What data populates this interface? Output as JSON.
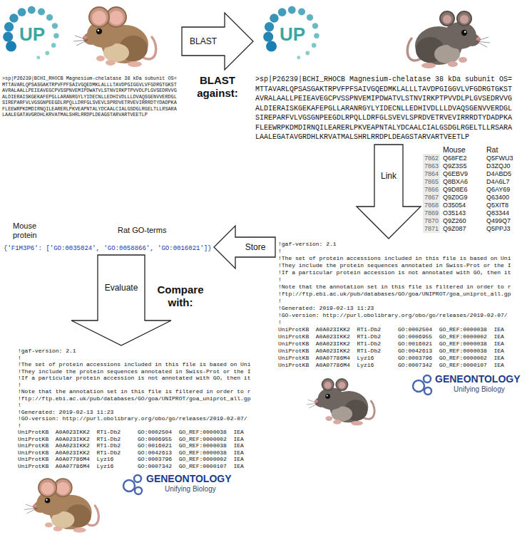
{
  "diagram": {
    "nodes": [
      {
        "text": [
          "UP",
          ">sp|P26239|BCHI_RHOCB Magnesium-chelatase 38 kDa subunit OS=",
          "MTTAVARLQPSASGAKTRPVFPFSAIVGQEDMKLALLLTAVDPGIGGVLVFGDRGTGKST",
          "AVRALAALLPEIEAVEGCPVSSPNVEMIPDWATVLSTNVIRKPTPVVDLPLGVSEDRVVG",
          "ALDIERAISKGEKAFEPGLLARANRGYLYIDECNLLEDHIVDLLLDVAQSGENVVERDGL",
          "SIREPARFVLVGSGNPEEGDLRPQLLDRFGLSVEVLSPRDVETRVEVIRRRDTYDADPKA",
          "FLEEWRPKDMDIRNQILEARERLPKVEAPNTALYDCAALCIALGSDGLRGELTLLRSARA",
          "LAALEGATAVGRDHLKRVATMALSHRLRRDPLDEAGSTARVARTVEETLP"
        ]
      },
      {
        "text": [
          "UP",
          ">sp|P26239|BCHI_RHOCB Magnesium-chelatase 38 kDa subunit OS=",
          "MTTAVARLQPSASGAKTRPVFPFSAIVGQEDMKLALLLTAVDPGIGGVLVFGDRGTGKST",
          "AVRALAALLPEIEAVEGCPVSSPNVEMIPDWATVLSTNVIRKPTPVVDLPLGVSEDRVVG",
          "ALDIERAISKGEKAFEPGLLARANRGYLYIDECNLLEDHIVDLLLDVAQSGENVVERDGL",
          "SIREPARFVLVGSGNPEEGDLRPQLLDRFGLSVEVLSPRDVETRVEVIRRRDTYDADPKA",
          "FLEEWRPKDMDIRNQILEARERLPKVEAPNTALYDCAALCIALGSDGLRGELTLLRSARA",
          "LAALEGATAVGRDHLKRVATMALSHRLRRDPLDEAGSTARVARTVEETLP"
        ]
      },
      {
        "text": [
          "!gaf-version: 2.1",
          "!",
          "!The set of protein accessions included in this file is based on Uni",
          "!They include the protein sequences annotated in Swiss-Prot or the I",
          "!If a particular protein accession is not annotated with GO, then it",
          "!",
          "!Note that the annotation set in this file is filtered in order to r",
          "!ftp://ftp.ebi.ac.uk/pub/databases/GO/goa/UNIPROT/goa_uniprot_all.gp",
          "!",
          "!Generated: 2019-02-13 11:23",
          "!GO-version: http://purl.obolibrary.org/obo/go/releases/2019-02-07/",
          "!",
          "UniProtKB  A0A023IKK2  RT1-Db2     GO:0002504  GO_REF:0000038  IEA",
          "UniProtKB  A0A023IKK2  RT1-Db2     GO:0006955  GO_REF:0000002  IEA",
          "UniProtKB  A0A023IKK2  RT1-Db2     GO:0016021  GO_REF:0000038  IEA",
          "UniProtKB  A0A023IKK2  RT1-Db2     GO:0042613  GO_REF:0000038  IEA",
          "UniProtKB  A0A07786M4  Lyz16       GO:0003796  GO_REF:0000002  IEA",
          "UniProtKB  A0A07786M4  Lyz16       GO:0007342  GO_REF:0000107  IEA",
          "GENEONTOLOGY",
          "Unifying Biology"
        ]
      },
      {
        "text": [
          "Mouse protein",
          "Rat GO-terms",
          "{'F1M3P6': ['GO:0035024', 'GO:0058866', 'GO:0016021']}"
        ]
      },
      {
        "text": [
          "!gaf-version: 2.1",
          "!",
          "!The set of protein accessions included in this file is based on Uni",
          "!They include the protein sequences annotated in Swiss-Prot or the I",
          "!If a particular protein accession is not annotated with GO, then it",
          "!",
          "!Note that the annotation set in this file is filtered in order to r",
          "!ftp://ftp.ebi.ac.uk/pub/databases/GO/goa/UNIPROT/goa_uniprot_all.gp",
          "!",
          "!Generated: 2019-02-13 11:23",
          "!GO-version: http://purl.obolibrary.org/obo/go/releases/2019-02-07/",
          "!",
          "UniProtKB  A0A023IKK2  RT1-Db2     GO:0002504  GO_REF:0000038  IEA",
          "UniProtKB  A0A023IKK2  RT1-Db2     GO:0006955  GO_REF:0000002  IEA",
          "UniProtKB  A0A023IKK2  RT1-Db2     GO:0016021  GO_REF:0000038  IEA",
          "UniProtKB  A0A023IKK2  RT1-Db2     GO:0042613  GO_REF:0000038  IEA",
          "UniProtKB  A0A07786M4  Lyz16       GO:0003796  GO_REF:0000002  IEA",
          "UniProtKB  A0A07786M4  Lyz16       GO:0007342  GO_REF:0000107  IEA",
          "GENEONTOLOGY",
          "Unifying Biology"
        ]
      }
    ],
    "edges": [
      {
        "from": 0,
        "to": 1,
        "arrow": "to",
        "label": "BLAST"
      },
      {
        "from": 1,
        "to": 2,
        "arrow": "to",
        "label": "Link"
      },
      {
        "from": 2,
        "to": 3,
        "arrow": "to",
        "label": "Store"
      },
      {
        "from": 3,
        "to": 4,
        "arrow": "to",
        "label": "Evaluate"
      }
    ],
    "labels": [
      "BLAST against:",
      "Compare with:",
      "Mouse",
      "Rat",
      "7862",
      "Q68FE2",
      "Q5FWU3",
      "7863",
      "Q9Z3S5",
      "D3ZQJ0",
      "7864",
      "Q6EBV9",
      "D4ABD5",
      "7865",
      "Q8BXA6",
      "D4A6L7",
      "7866",
      "Q9D8E6",
      "Q6AY69",
      "7867",
      "Q9Z0G9",
      "Q63400",
      "7868",
      "O35054",
      "Q5XIT8",
      "7869",
      "O35143",
      "Q83344",
      "7870",
      "Q9Z260",
      "Q499Q7",
      "7871",
      "Q9Z087",
      "Q5PPJ3"
    ]
  }
}
